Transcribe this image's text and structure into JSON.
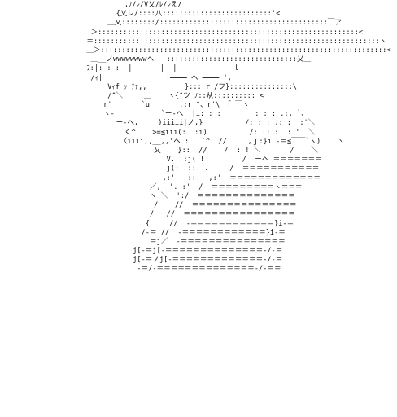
{
  "artwork": {
    "lines": [
      "           ,ﾉ/ﾚ/V乂/ﾚ/ﾚえ/ ＿",
      "         {乂レ/::::八::::::::::::::::::::::::::'<",
      "       ＿乂::::::::/::::::::::::::::::::::::::::::::::::::::￣ア",
      "   ＞::::::::::::::::::::::::::::::::::::::::::::::::::::::::::::::<",
      "  ＝::::::::::::::::::::::::::::::::::::::::::::::::::::::::::::::::::::ヽ",
      "  ＿＞::::::::::::::::::::::::::::::::::::::::::::::::::::::::::::::::::::<",
      "   ＿__ノwwwwwwwwヘ   :::::::::::::::::::::::::::::::乂＿",
      "  ﾌ:|: : :  |￣￣￣￣|  |￣￣￣￣￣￣￣￣ｌ",
      "   /ｨ|_______________|━━━━ ヘ ━━━━ ',",
      "       Vｨf_ｯ_ﾃｧ,,         }::: r'/フ}:::::::::::::::\\",
      "       /^＼     ＿    ヽ{^ツ ﾉ::从:::::::::: <",
      "      r'       `u       .:r ^、r'\\ 「 ￣ヽ",
      "      ヽ-           `ー‐へ  |i: : :        : : : .:, `、",
      "         ー‐へ,   ＿)iiiii|ノ,}          /: : : .: :  :'＼",
      "           く^    >=≦iii(:  :i)          /: :: :  : '  ＼",
      "          〈iiii,,__,,'ヘ :   `^  //     ,ｊ:}i ‐＝≦￣￣`ヽ)    ヽ",
      "                  乂    }::  //    /  : ! ＼       /    ＼",
      "                     V.  :j( !         /  ーヘ ＝＝＝＝＝＝＝",
      "                     j(:  ::. .     /  ＝＝＝＝＝＝＝＝＝＝＝",
      "                    ,:'   ::.  ,:'  ＝＝＝＝＝＝＝＝＝＝＝＝＝",
      "                 ／,  '. :'  /  ＝＝＝＝＝＝＝＝＝ヽ＝＝＝",
      "                 ヽ ＼  ':/  ＝＝＝＝＝＝＝＝＝＝＝＝＝＝",
      "                  /    //  ＝＝＝＝＝＝＝＝＝＝＝＝＝＝＝",
      "                 /   //  ＝＝＝＝＝＝＝＝＝＝＝＝＝＝＝＝",
      "                {  ＿ //  ‐＝＝＝＝＝＝＝＝＝＝＝＝}i‐＝",
      "               /‐＝ //  ‐＝＝＝＝＝＝＝＝＝＝＝＝}i‐＝",
      "                 ＝j／  ‐＝＝＝＝＝＝＝＝＝＝＝＝＝＝＝",
      "             j[‐＝j[‐＝＝＝＝＝＝＝＝＝＝＝＝＝＝‐/‐＝",
      "             j[‐＝ノj[‐＝＝＝＝＝＝＝＝＝＝＝＝＝‐/‐＝",
      "              ‐＝/‐＝＝＝＝＝＝＝＝＝＝＝＝＝＝‐/‐＝＝"
    ]
  }
}
